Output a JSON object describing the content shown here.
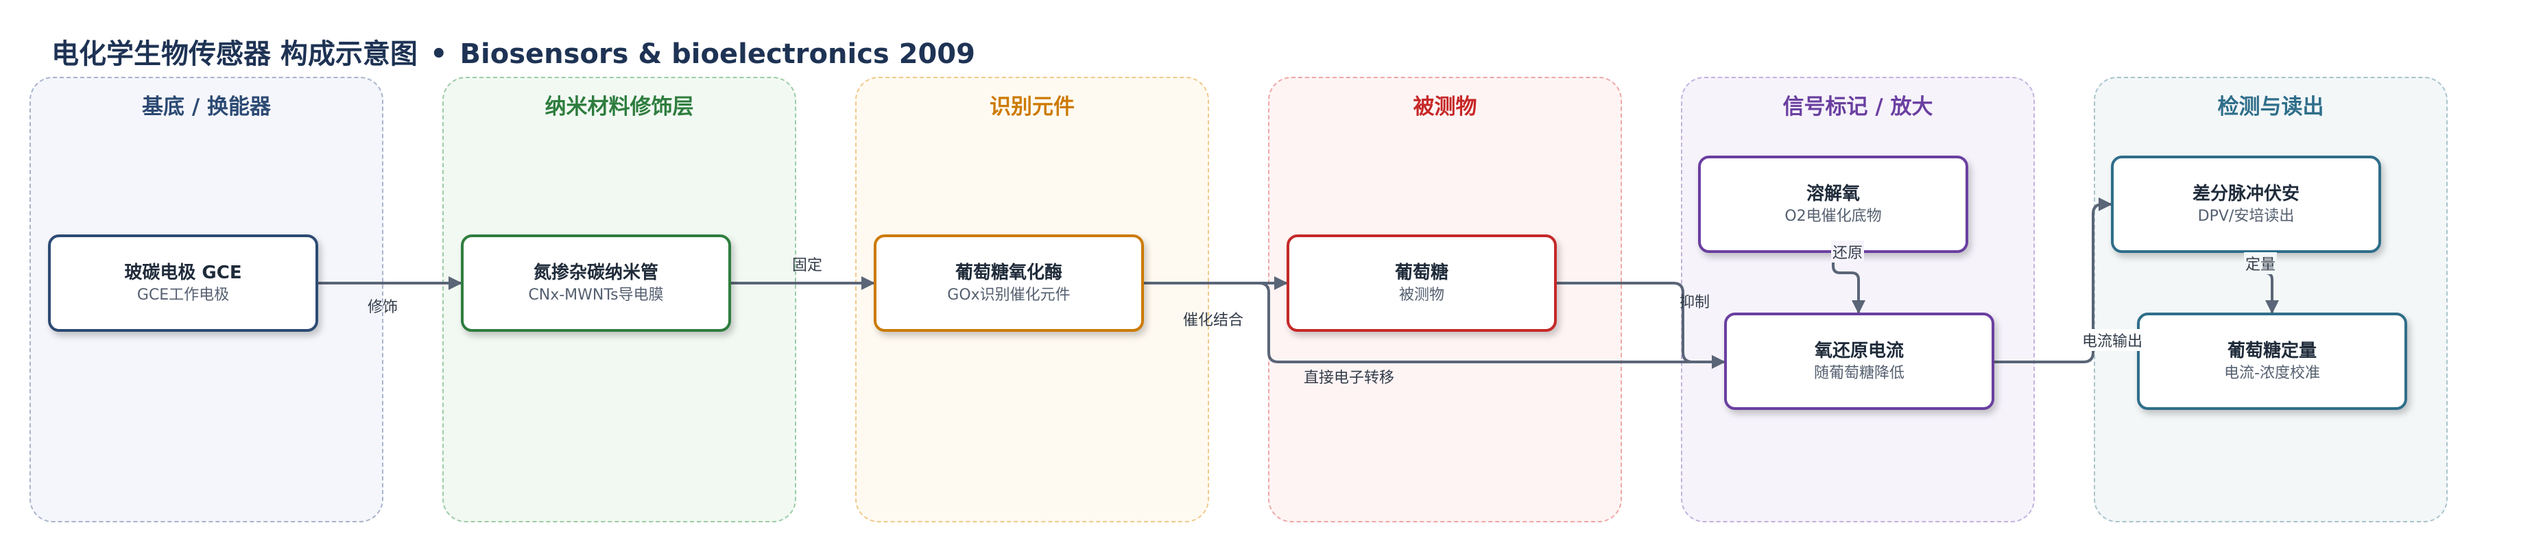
{
  "title": {
    "main": "电化学生物传感器 构成示意图",
    "separator": "•",
    "source": "Biosensors & bioelectronics 2009"
  },
  "colors": {
    "edge": "#5a6577",
    "substrate": "#2c4a73",
    "nano": "#2e7d3e",
    "recognition": "#cc7a00",
    "analyte": "#c62828",
    "signal": "#6a3fa0",
    "readout": "#2f6e8a"
  },
  "lanes": [
    {
      "id": "substrate",
      "title": "基底 / 换能器"
    },
    {
      "id": "nano",
      "title": "纳米材料修饰层"
    },
    {
      "id": "recognition",
      "title": "识别元件"
    },
    {
      "id": "analyte",
      "title": "被测物"
    },
    {
      "id": "signal",
      "title": "信号标记 / 放大"
    },
    {
      "id": "readout",
      "title": "检测与读出"
    }
  ],
  "nodes": {
    "gce": {
      "title": "玻碳电极 GCE",
      "subtitle": "GCE工作电极"
    },
    "cnt": {
      "title": "氮掺杂碳纳米管",
      "subtitle": "CNx-MWNTs导电膜"
    },
    "gox": {
      "title": "葡萄糖氧化酶",
      "subtitle": "GOx识别催化元件"
    },
    "glucose": {
      "title": "葡萄糖",
      "subtitle": "被测物"
    },
    "o2": {
      "title": "溶解氧",
      "subtitle": "O2电催化底物"
    },
    "orc": {
      "title": "氧还原电流",
      "subtitle": "随葡萄糖降低"
    },
    "dpv": {
      "title": "差分脉冲伏安",
      "subtitle": "DPV/安培读出"
    },
    "quant": {
      "title": "葡萄糖定量",
      "subtitle": "电流-浓度校准"
    }
  },
  "edges": {
    "gce_cnt": "修饰",
    "cnt_gox": "固定",
    "gox_glucose": "催化结合",
    "gox_orc": "直接电子转移",
    "glucose_orc": "抑制",
    "o2_orc": "还原",
    "orc_dpv": "电流输出",
    "dpv_quant": "定量"
  }
}
